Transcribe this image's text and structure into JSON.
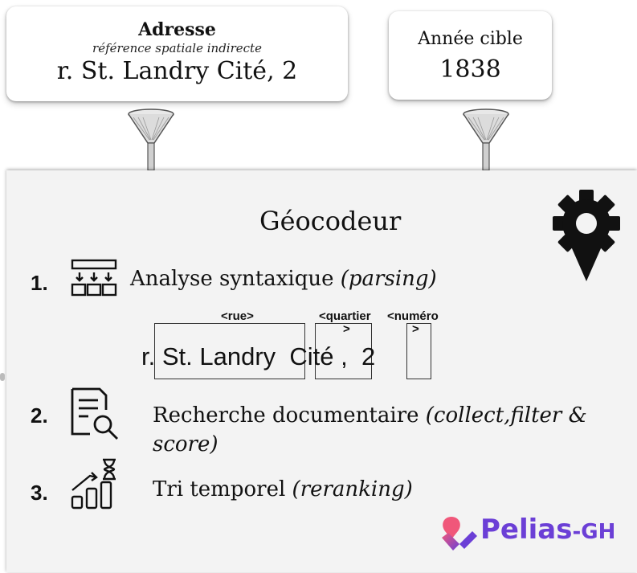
{
  "address_card": {
    "title": "Adresse",
    "subtitle": "référence spatiale indirecte",
    "value": "r. St. Landry Cité, 2"
  },
  "year_card": {
    "title": "Année cible",
    "value": "1838"
  },
  "geocoder": {
    "title": "Géocodeur",
    "steps": [
      {
        "number": "1.",
        "label": "Analyse syntaxique",
        "note": "(parsing)"
      },
      {
        "number": "2.",
        "label": "Recherche documentaire",
        "note": "(collect,filter & score)"
      },
      {
        "number": "3.",
        "label": "Tri temporel",
        "note": "(reranking)"
      }
    ],
    "parsing": {
      "tags": [
        "<rue>",
        "<quartier",
        "<numéro",
        ">",
        ">"
      ],
      "line": "r. St. Landry  Cité ,  2"
    }
  },
  "logo": {
    "name": "Pelias",
    "suffix": "-GH",
    "color": "#6b3fd6"
  },
  "icons": [
    "funnel-icon",
    "gear-location-icon",
    "parsing-icon",
    "document-search-icon",
    "temporal-ranking-icon",
    "pelias-logo-icon"
  ]
}
